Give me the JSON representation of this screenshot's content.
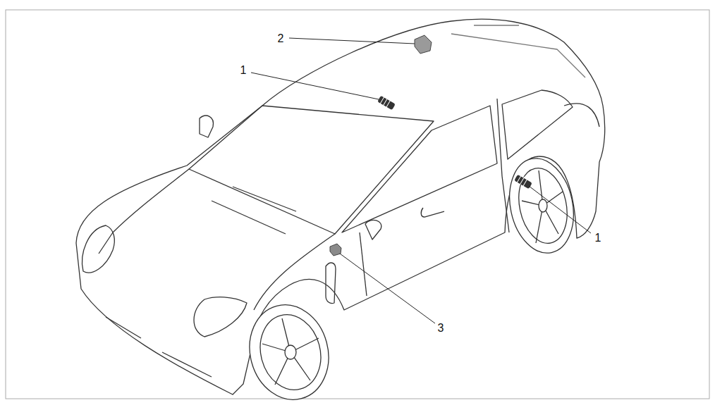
{
  "diagram": {
    "labels": [
      "2",
      "1",
      "1",
      "3"
    ]
  }
}
